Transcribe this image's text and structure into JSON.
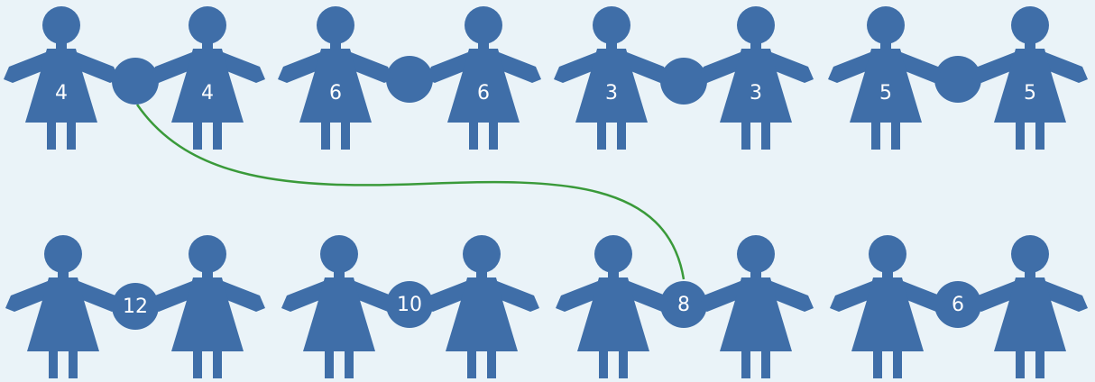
{
  "colors": {
    "background": "#eaf3f8",
    "figure": "#3f6ea8",
    "label": "#ffffff",
    "connector": "#3a9a3a"
  },
  "top_row": [
    {
      "left": "4",
      "right": "4"
    },
    {
      "left": "6",
      "right": "6"
    },
    {
      "left": "3",
      "right": "3"
    },
    {
      "left": "5",
      "right": "5"
    }
  ],
  "bottom_row": [
    {
      "ball": "12"
    },
    {
      "ball": "10"
    },
    {
      "ball": "8"
    },
    {
      "ball": "6"
    }
  ],
  "connection": {
    "from_top_pair": 0,
    "to_bottom_pair": 2
  }
}
